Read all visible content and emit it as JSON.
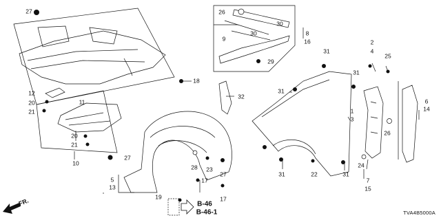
{
  "diagram": {
    "code": "TVA4B5000A",
    "direction_label": "FR.",
    "refs": [
      "B-46",
      "B-46-1"
    ],
    "callouts": [
      "27",
      "12",
      "20",
      "21",
      "11",
      "20",
      "21",
      "10",
      "18",
      "26",
      "9",
      "30",
      "30",
      "8",
      "16",
      "29",
      "32",
      "5",
      "13",
      "19",
      "17",
      "27",
      "28",
      "23",
      "27",
      "17",
      "31",
      "31",
      "31",
      "1",
      "3",
      "31",
      "22",
      "31",
      "2",
      "4",
      "25",
      "24",
      "7",
      "15",
      "26",
      "6",
      "14"
    ]
  }
}
